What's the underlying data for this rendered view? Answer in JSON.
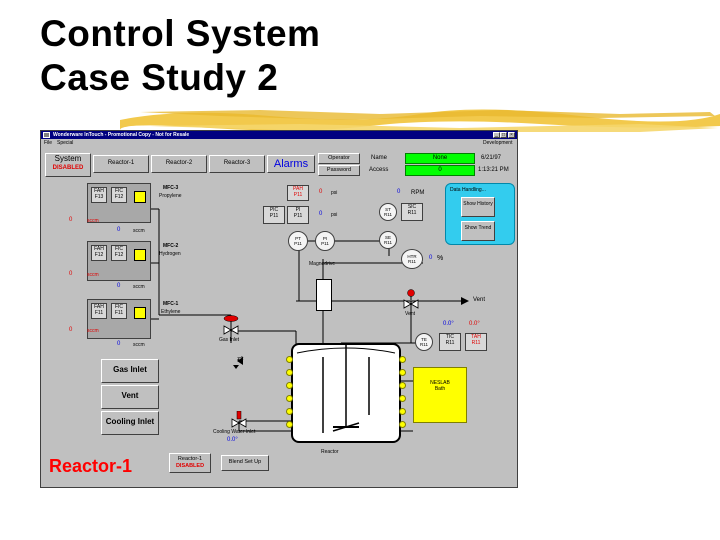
{
  "slide": {
    "title_line1": "Control System",
    "title_line2": "Case Study 2"
  },
  "window": {
    "title": "Wonderware InTouch - Promotional Copy - Not for Resale",
    "menu": [
      "File",
      "Special"
    ],
    "user": "Development"
  },
  "header": {
    "system_label": "System",
    "system_status": "DISABLED",
    "tabs": [
      "Reactor-1",
      "Reactor-2",
      "Reactor-3"
    ],
    "alarms": "Alarms",
    "operator_btn": "Operator",
    "password_btn": "Password",
    "name_label": "Name",
    "access_label": "Access",
    "name_value": "None",
    "access_value": "0",
    "date": "6/21/97",
    "time": "1:13:21 PM"
  },
  "mfcs": [
    {
      "name": "MFC-3",
      "gas": "Propylene",
      "fah": "FAH",
      "fah_id": "F13",
      "fic": "FIC",
      "fic_id": "F12",
      "left_val": "0",
      "left_unit": "sccm",
      "bottom_val": "0",
      "bottom_unit": "sccm"
    },
    {
      "name": "MFC-2",
      "gas": "Hydrogen",
      "fah": "FAH",
      "fah_id": "F12",
      "fic": "FIC",
      "fic_id": "F12",
      "left_val": "0",
      "left_unit": "sccm",
      "bottom_val": "0",
      "bottom_unit": "sccm"
    },
    {
      "name": "MFC-1",
      "gas": "Ethylene",
      "fah": "FAH",
      "fah_id": "F11",
      "fic": "FIC",
      "fic_id": "F11",
      "left_val": "0",
      "left_unit": "sccm",
      "bottom_val": "0",
      "bottom_unit": "sccm"
    }
  ],
  "pressure": {
    "pah": "PAH",
    "pah_id": "P11",
    "pah_val": "0",
    "pah_unit": "psi",
    "pic": "PIC",
    "pic_id": "P11",
    "pi": "PI",
    "pi_id": "P11",
    "pi_val": "0",
    "pi_unit": "psi",
    "pt": "PT",
    "pt_id": "P11",
    "pi2": "PI",
    "pi2_id": "P11",
    "magnedrive": "Magnedrive"
  },
  "speed": {
    "val": "0",
    "unit": "RPM",
    "st": "ST",
    "st_id": "R11",
    "sic": "SIC",
    "sic_id": "R11",
    "se": "SE",
    "se_id": "R11",
    "htr": "HTR",
    "htr_id": "R11",
    "htr_val": "0",
    "htr_unit": "%"
  },
  "data_handling": {
    "title": "Data Handling...",
    "show_history": "Show History",
    "show_trend": "Show Trend"
  },
  "vents": {
    "vent_right": "Vent",
    "vent_valve": "Vent"
  },
  "temp": {
    "te": "TE",
    "te_id": "R11",
    "tic": "TIC",
    "tic_id": "R11",
    "tah": "TAH",
    "tah_id": "R11",
    "val1": "0.0",
    "val1_unit": "°",
    "val2": "0.0",
    "val2_unit": "°"
  },
  "controls": {
    "gas_inlet": "Gas Inlet",
    "vent": "Vent",
    "cooling_inlet": "Cooling Inlet",
    "gas_inlet_label": "Gas Inlet",
    "cooling_water_inlet": "Cooling Water Inlet",
    "cooling_val": "0.0",
    "cooling_unit": "°",
    "reactor_label": "Reactor",
    "neslab": "NESLAB",
    "bath": "Bath"
  },
  "footer": {
    "reactor_name": "Reactor-1",
    "reactor_status_1": "Reactor-1",
    "reactor_status_2": "DISABLED",
    "blend_setup": "Blend Set Up"
  },
  "colors": {
    "panel": "#c0c0c0",
    "titlebar": "#000080",
    "accent_blue": "#0000e0",
    "alarm_red": "#e00000",
    "status_green": "#00ff00",
    "data_handling_bg": "#33ccee",
    "neslab_yellow": "#ffff00",
    "reactor_label": "#ff0000"
  }
}
